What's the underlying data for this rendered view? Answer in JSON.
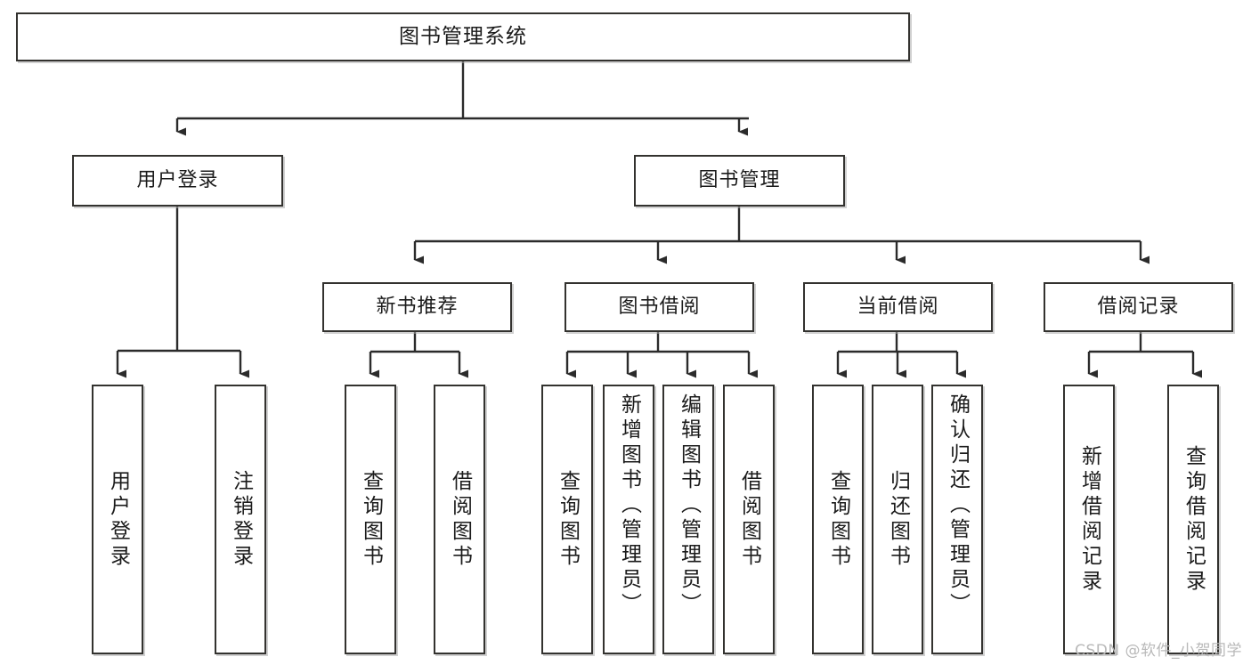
{
  "diagram": {
    "title": "图书管理系统",
    "type": "tree-hierarchy-diagram",
    "orientation": "top-down",
    "colors": {
      "box_border": "#33322f",
      "box_fill": "#ffffff",
      "edge": "#2b2b2b",
      "text": "#1b1b1b",
      "watermark": "#b9b9b9",
      "background": "#ffffff"
    },
    "watermark": "CSDN @软件_小贺同学"
  },
  "nodes": {
    "root": {
      "label": "图书管理系统"
    },
    "level1": [
      {
        "id": "user-login",
        "label": "用户登录"
      },
      {
        "id": "book-management",
        "label": "图书管理"
      }
    ],
    "level2": [
      {
        "id": "new-book-recommend",
        "label": "新书推荐"
      },
      {
        "id": "book-borrow",
        "label": "图书借阅"
      },
      {
        "id": "current-borrow",
        "label": "当前借阅"
      },
      {
        "id": "borrow-record",
        "label": "借阅记录"
      }
    ],
    "leaves": {
      "user_login": [
        {
          "id": "leaf-user-login",
          "label": "用户登录"
        },
        {
          "id": "leaf-logout",
          "label": "注销登录"
        }
      ],
      "new_book_recommend": [
        {
          "id": "leaf-query-book-1",
          "label": "查询图书"
        },
        {
          "id": "leaf-borrow-book-1",
          "label": "借阅图书"
        }
      ],
      "book_borrow": [
        {
          "id": "leaf-query-book-2",
          "label": "查询图书"
        },
        {
          "id": "leaf-add-book",
          "label": "新增图书（管理员）"
        },
        {
          "id": "leaf-edit-book",
          "label": "编辑图书（管理员）"
        },
        {
          "id": "leaf-borrow-book-2",
          "label": "借阅图书"
        }
      ],
      "current_borrow": [
        {
          "id": "leaf-query-book-3",
          "label": "查询图书"
        },
        {
          "id": "leaf-return-book",
          "label": "归还图书"
        },
        {
          "id": "leaf-confirm-return",
          "label": "确认归还（管理员）"
        }
      ],
      "borrow_record": [
        {
          "id": "leaf-add-record",
          "label": "新增借阅记录"
        },
        {
          "id": "leaf-query-record",
          "label": "查询借阅记录"
        }
      ]
    }
  },
  "chart_data": {
    "type": "table",
    "title": "图书管理系统",
    "hierarchy": [
      {
        "label": "图书管理系统",
        "children": [
          {
            "label": "用户登录",
            "children": [
              {
                "label": "用户登录"
              },
              {
                "label": "注销登录"
              }
            ]
          },
          {
            "label": "图书管理",
            "children": [
              {
                "label": "新书推荐",
                "children": [
                  {
                    "label": "查询图书"
                  },
                  {
                    "label": "借阅图书"
                  }
                ]
              },
              {
                "label": "图书借阅",
                "children": [
                  {
                    "label": "查询图书"
                  },
                  {
                    "label": "新增图书（管理员）"
                  },
                  {
                    "label": "编辑图书（管理员）"
                  },
                  {
                    "label": "借阅图书"
                  }
                ]
              },
              {
                "label": "当前借阅",
                "children": [
                  {
                    "label": "查询图书"
                  },
                  {
                    "label": "归还图书"
                  },
                  {
                    "label": "确认归还（管理员）"
                  }
                ]
              },
              {
                "label": "借阅记录",
                "children": [
                  {
                    "label": "新增借阅记录"
                  },
                  {
                    "label": "查询借阅记录"
                  }
                ]
              }
            ]
          }
        ]
      }
    ]
  }
}
